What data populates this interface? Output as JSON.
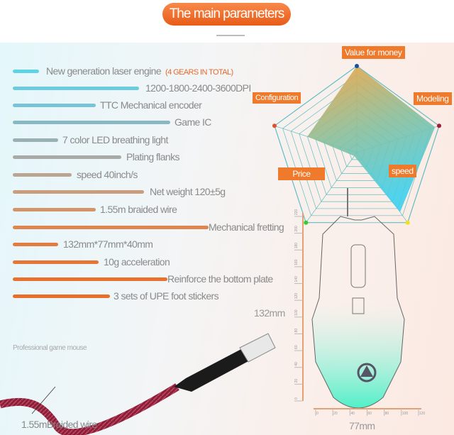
{
  "title": "The main parameters",
  "features": [
    {
      "text": "New generation laser engine",
      "note": "(4 GEARS IN TOTAL)",
      "color": "#5fd3e6"
    },
    {
      "text": "1200-1800-2400-3600DPI",
      "color": "#6ccbe0"
    },
    {
      "text": "TTC Mechanical encoder",
      "color": "#78c3d6"
    },
    {
      "text": "Game IC",
      "color": "#88b8c4"
    },
    {
      "text": "7 color LED breathing light",
      "color": "#9bb0b4"
    },
    {
      "text": "Plating flanks",
      "color": "#a8aaa8"
    },
    {
      "text": "speed 40inch/s",
      "color": "#b9a592"
    },
    {
      "text": "Net weight 120±5g",
      "color": "#c99d7e"
    },
    {
      "text": "1.55m braided wire",
      "color": "#d4946a"
    },
    {
      "text": "Mechanical fretting",
      "color": "#df8650"
    },
    {
      "text": "132mm*77mm*40mm",
      "color": "#e37c40"
    },
    {
      "text": "10g acceleration",
      "color": "#e67636"
    },
    {
      "text": "Reinforce the bottom plate",
      "color": "#e8712e"
    },
    {
      "text": "3 sets of UPE foot stickers",
      "color": "#e86e2a"
    }
  ],
  "radar": {
    "axes": [
      "Value for money",
      "Modeling",
      "speed",
      "Price",
      "Configuration"
    ],
    "values": [
      1.0,
      0.95,
      0.85,
      0.05,
      0.6
    ],
    "dot_colors": [
      "#1d4fa0",
      "#a01d3c",
      "#f2e01a",
      "#33cc33",
      "#e0502a"
    ],
    "rings": 10
  },
  "caption": "Professional game mouse",
  "wire_label": "1.55mBraided wire",
  "dimensions": {
    "height": "132mm",
    "width": "77mm",
    "vertical_ticks": [
      "0",
      "20",
      "40",
      "60",
      "80",
      "100",
      "120",
      "140",
      "160",
      "180",
      "200",
      "220"
    ],
    "horizontal_ticks": [
      "0",
      "20",
      "40",
      "60",
      "80",
      "100",
      "120"
    ]
  },
  "colors": {
    "accent": "#ef7a2c",
    "led": "#4ff0c8"
  }
}
